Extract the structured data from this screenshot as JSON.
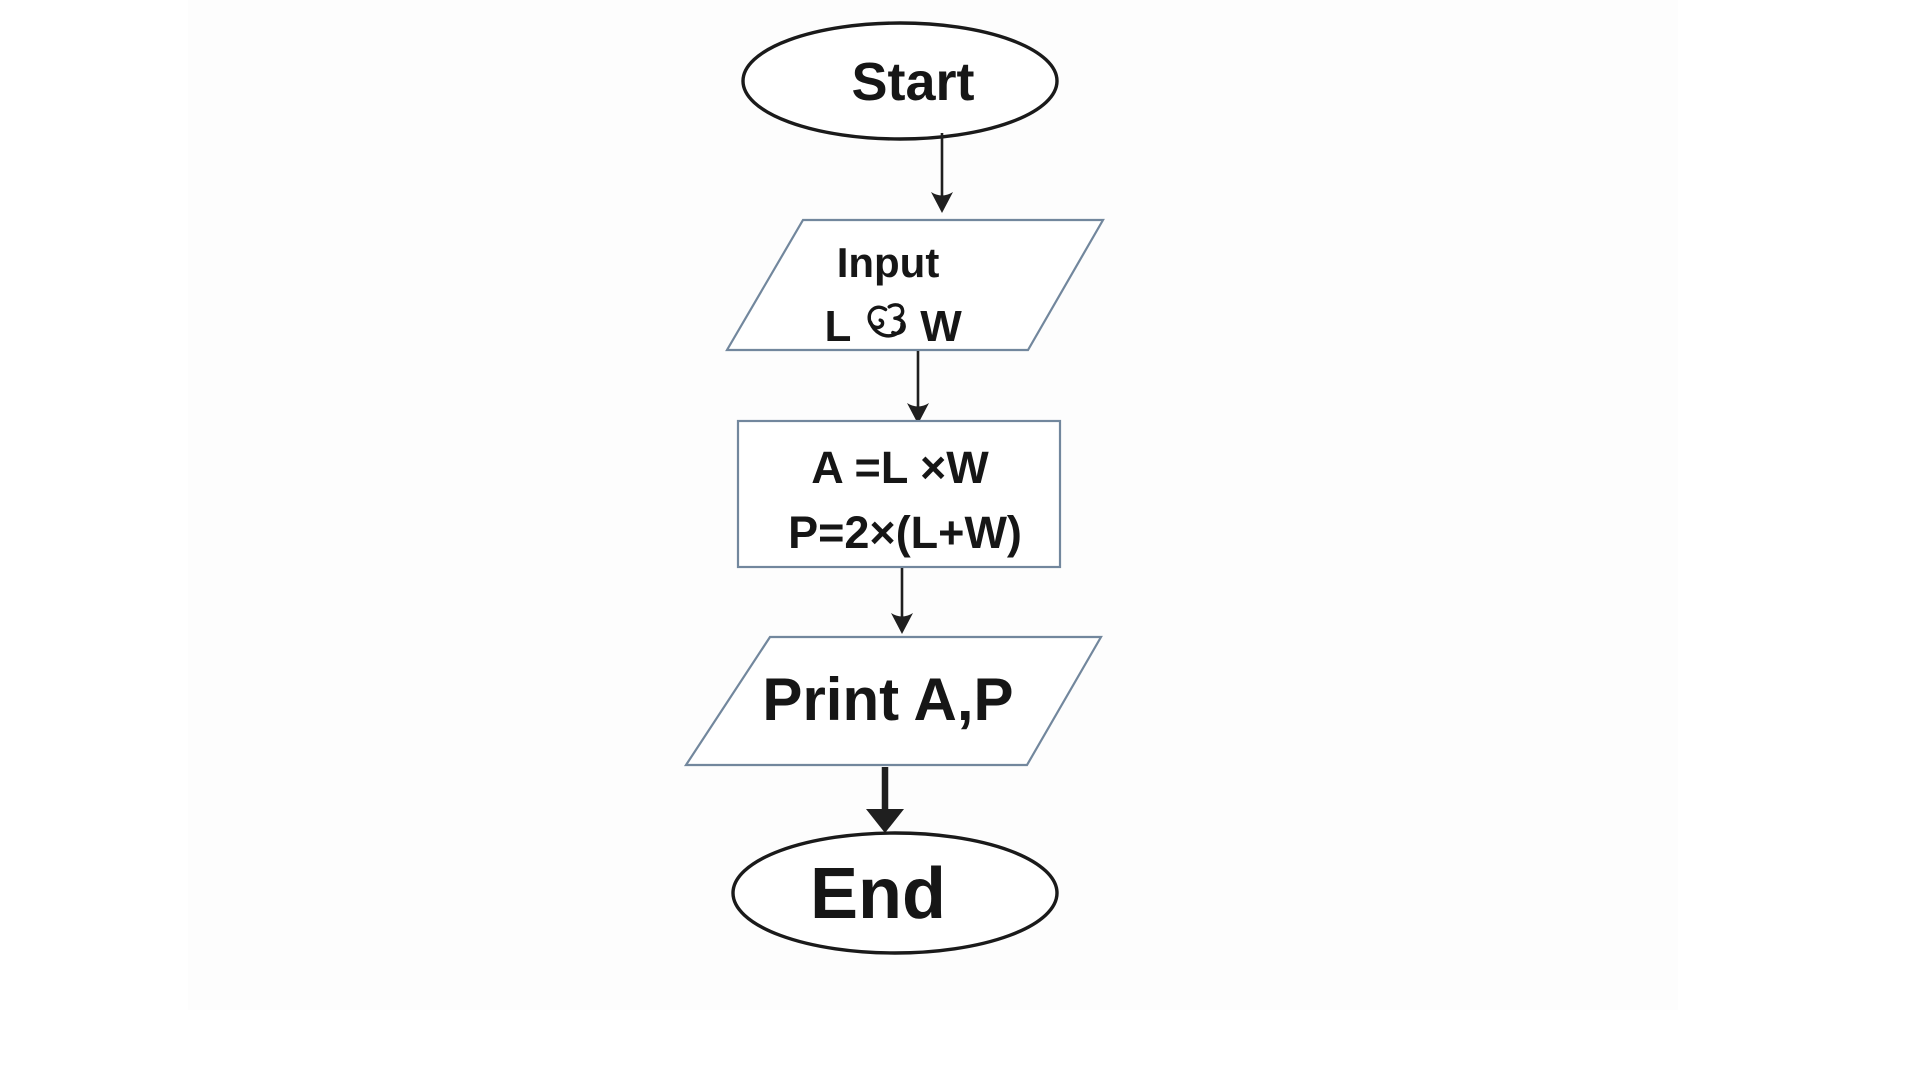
{
  "flowchart": {
    "start": {
      "shape": "terminator-ellipse",
      "label": "Start"
    },
    "input": {
      "shape": "parallelogram",
      "line1": "Input",
      "line2_left": "L",
      "line2_symbol": "ও",
      "line2_right": "W",
      "line2_full": "L ও W"
    },
    "process": {
      "shape": "rectangle",
      "line1": "A =L ×W",
      "line2": "P=2×(L+W)"
    },
    "output": {
      "shape": "parallelogram",
      "label": "Print A,P"
    },
    "end": {
      "shape": "terminator-ellipse",
      "label": "End"
    },
    "flow_order": [
      "start",
      "input",
      "process",
      "output",
      "end"
    ]
  },
  "colors": {
    "background": "#ffffff",
    "page_sheet": "#fdfdfd",
    "terminator_border": "#1a1a1a",
    "io_process_border": "#72879d",
    "arrow": "#1f1f1f",
    "text": "#161616"
  }
}
